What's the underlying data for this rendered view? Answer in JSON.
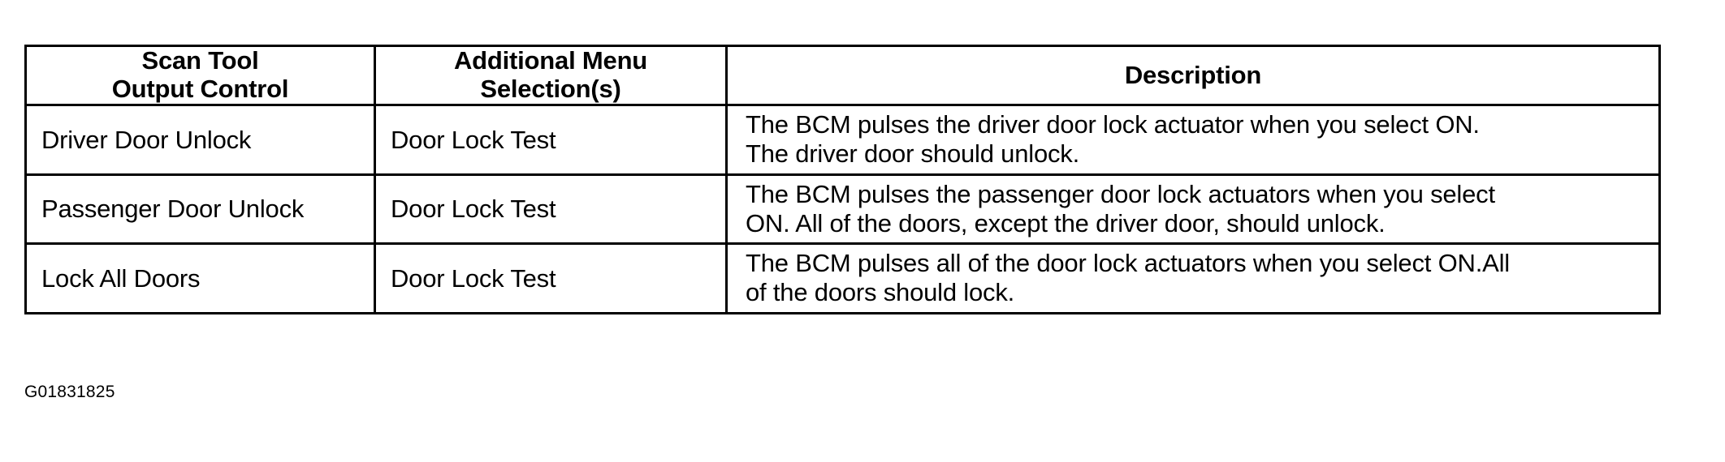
{
  "table": {
    "headers": [
      {
        "lines": [
          "Scan Tool",
          "Output Control"
        ]
      },
      {
        "lines": [
          "Additional Menu",
          "Selection(s)"
        ]
      },
      {
        "lines": [
          "Description"
        ]
      }
    ],
    "rows": [
      {
        "scan_tool_output_control": "Driver Door Unlock",
        "additional_menu_selection": "Door Lock Test",
        "description_lines": [
          "The BCM pulses the driver door lock actuator when you select ON.",
          "The driver door should unlock."
        ]
      },
      {
        "scan_tool_output_control": "Passenger Door Unlock",
        "additional_menu_selection": "Door Lock Test",
        "description_lines": [
          "The BCM pulses the passenger door lock actuators when you select",
          "ON. All of the doors, except the driver door, should unlock."
        ]
      },
      {
        "scan_tool_output_control": "Lock All Doors",
        "additional_menu_selection": "Door Lock Test",
        "description_lines": [
          "The BCM pulses all of the door lock actuators when you select ON.All",
          "of the doors should lock."
        ]
      }
    ]
  },
  "caption": "G01831825",
  "colors": {
    "background": "#ffffff",
    "text": "#000000",
    "border": "#000000"
  }
}
